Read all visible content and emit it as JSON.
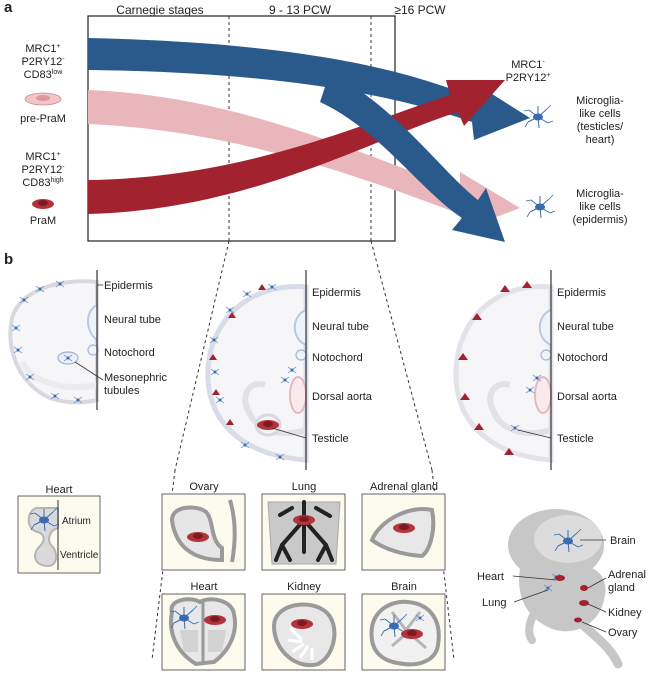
{
  "panel_a": {
    "letter": "a",
    "stages": [
      "Carnegie stages",
      "9 - 13 PCW",
      "≥16 PCW"
    ],
    "pop1": {
      "l1": "MRC1",
      "l1s": "+",
      "l2": "P2RY12",
      "l2s": "-",
      "l3": "CD83",
      "l3s": "low"
    },
    "prepram_label": "pre-PraM",
    "pop2": {
      "l1": "MRC1",
      "l1s": "+",
      "l2": "P2RY12",
      "l2s": "-",
      "l3": "CD83",
      "l3s": "high"
    },
    "pram_label": "PraM",
    "right_marker": {
      "l1": "MRC1",
      "l1s": "-",
      "l2": "P2RY12",
      "l2s": "+"
    },
    "out1": [
      "Microglia-",
      "like cells",
      "(testicles/",
      "heart)"
    ],
    "out2": [
      "Microglia-",
      "like cells",
      "(epidermis)"
    ],
    "colors": {
      "blue": "#2a5a8c",
      "dark_red": "#a2222f",
      "pink": "#e8b6bb"
    }
  },
  "panel_b": {
    "letter": "b",
    "emb1": {
      "epidermis": "Epidermis",
      "neural_tube": "Neural tube",
      "notochord": "Notochord",
      "meso1": "Mesonephric",
      "meso2": "tubules"
    },
    "emb2": {
      "epidermis": "Epidermis",
      "neural_tube": "Neural tube",
      "notochord": "Notochord",
      "dorsal_aorta": "Dorsal aorta",
      "testicle": "Testicle"
    },
    "emb3": {
      "epidermis": "Epidermis",
      "neural_tube": "Neural tube",
      "notochord": "Notochord",
      "dorsal_aorta": "Dorsal aorta",
      "testicle": "Testicle"
    },
    "heart_box": {
      "title": "Heart",
      "atrium": "Atrium",
      "ventricle": "Ventricle"
    },
    "organs": [
      "Ovary",
      "Lung",
      "Adrenal gland",
      "Heart",
      "Kidney",
      "Brain"
    ],
    "fetus": {
      "brain": "Brain",
      "heart": "Heart",
      "adrenal1": "Adrenal",
      "adrenal2": "gland",
      "lung": "Lung",
      "kidney": "Kidney",
      "ovary": "Ovary"
    }
  }
}
